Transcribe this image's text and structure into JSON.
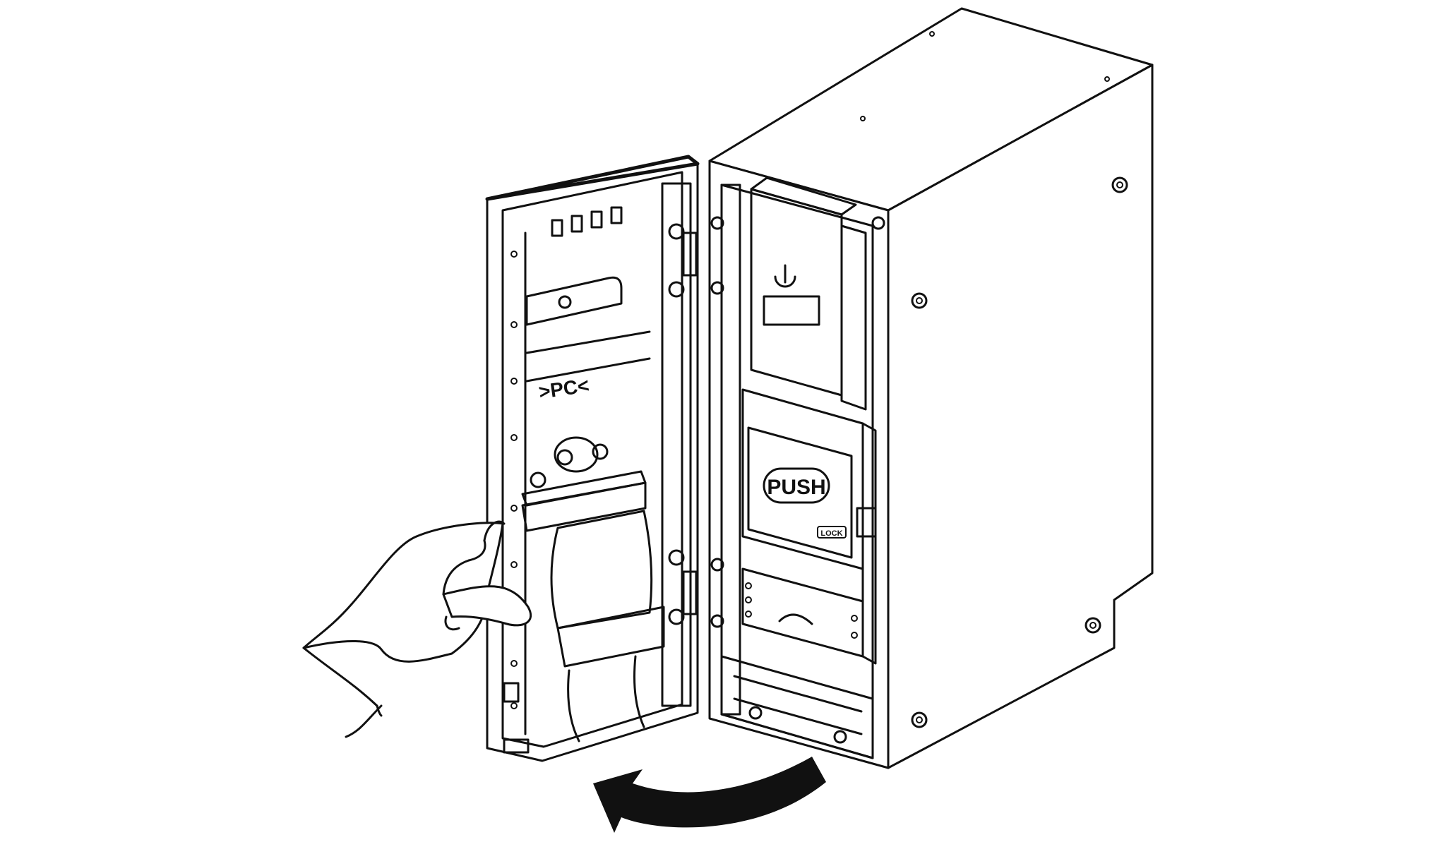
{
  "labels": {
    "pc_marker": ">PC<",
    "push_label": "PUSH",
    "lock_label": "LOCK"
  },
  "colors": {
    "line": "#111111",
    "background": "#ffffff"
  },
  "icons": {
    "rotation": "curved-arrow-icon",
    "hand": "hand-icon"
  }
}
